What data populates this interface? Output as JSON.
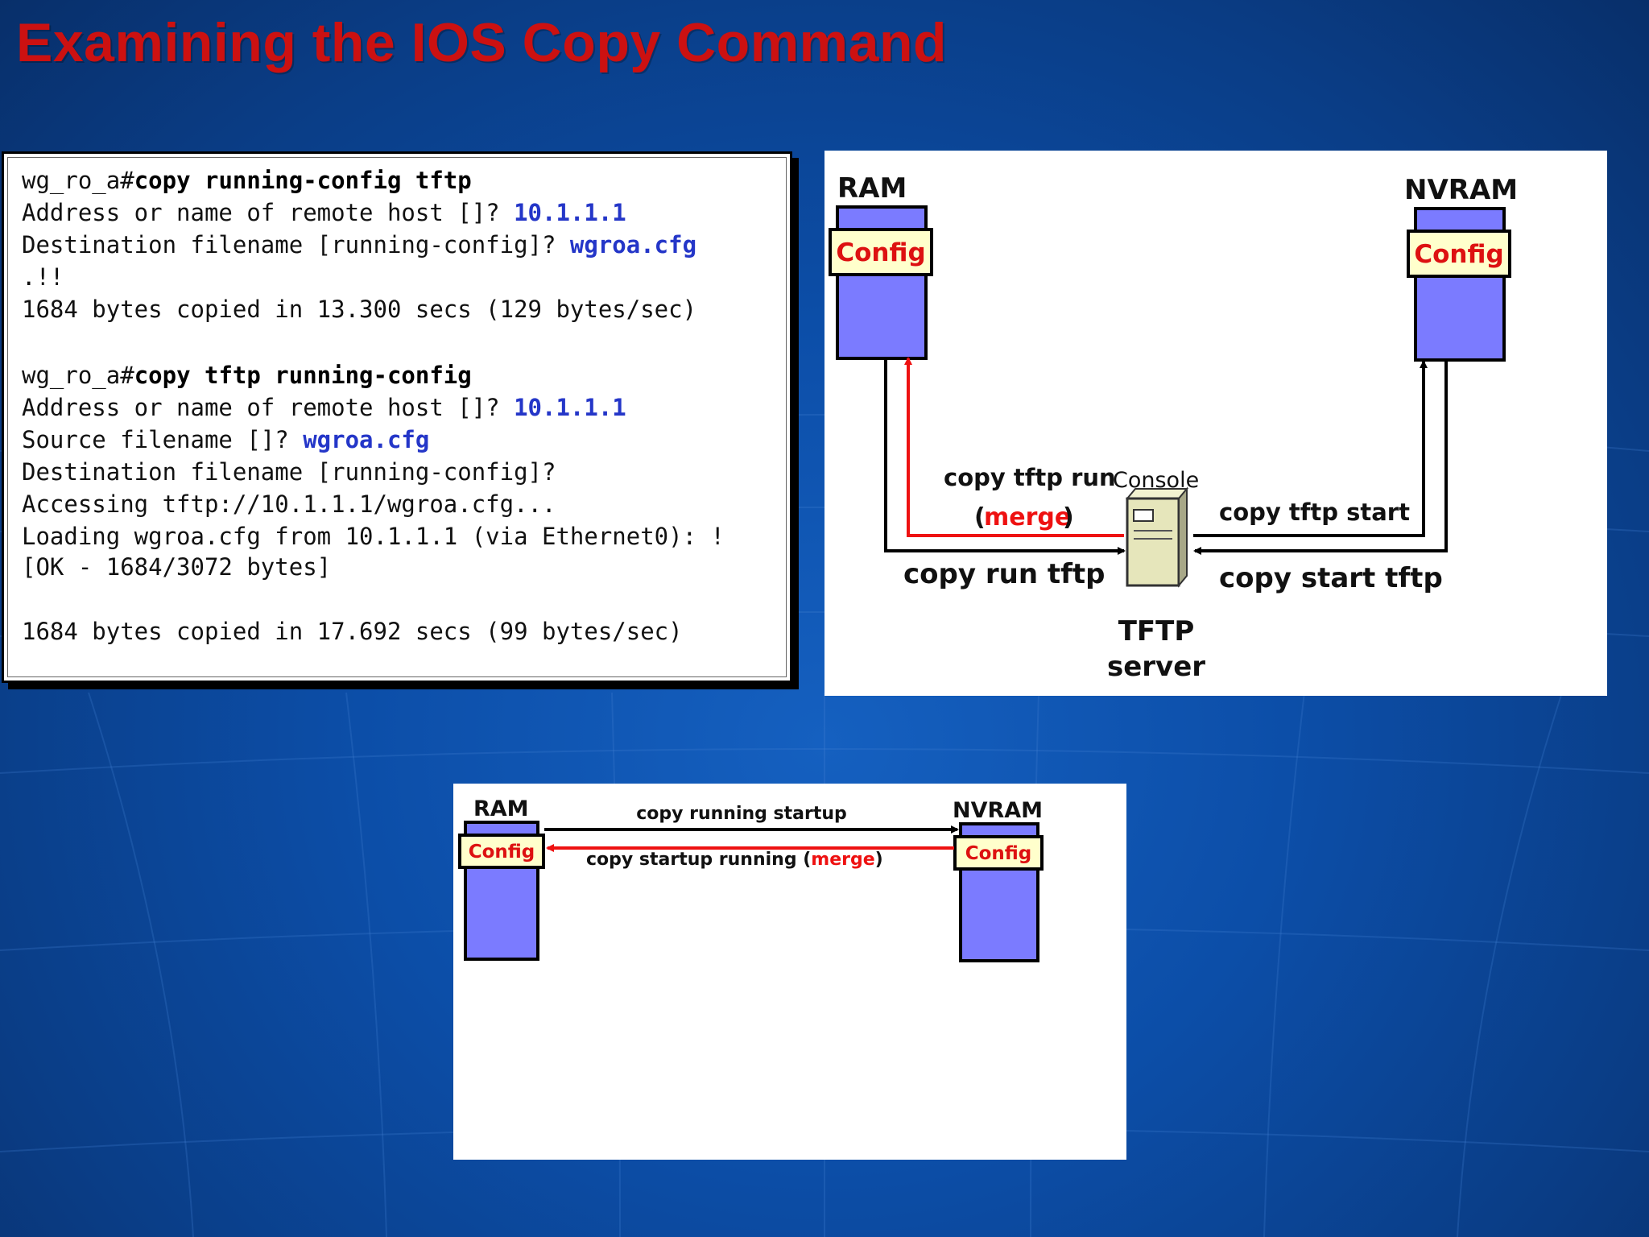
{
  "slide": {
    "title": "Examining the IOS Copy Command"
  },
  "terminal": {
    "lines": [
      {
        "pre": "wg_ro_a#",
        "cmd": "copy running-config tftp",
        "text": "",
        "value": ""
      },
      {
        "pre": "",
        "cmd": "",
        "text": "Address or name of remote host []? ",
        "value": "10.1.1.1"
      },
      {
        "pre": "",
        "cmd": "",
        "text": "Destination filename [running-config]? ",
        "value": "wgroa.cfg"
      },
      {
        "pre": "",
        "cmd": "",
        "text": ".!!",
        "value": ""
      },
      {
        "pre": "",
        "cmd": "",
        "text": "1684 bytes copied in 13.300 secs (129 bytes/sec)",
        "value": ""
      },
      {
        "pre": "wg_ro_a#",
        "cmd": "copy tftp running-config",
        "text": "",
        "value": ""
      },
      {
        "pre": "",
        "cmd": "",
        "text": "Address or name of remote host []? ",
        "value": "10.1.1.1"
      },
      {
        "pre": "",
        "cmd": "",
        "text": "Source filename []? ",
        "value": "wgroa.cfg"
      },
      {
        "pre": "",
        "cmd": "",
        "text": "Destination filename [running-config]?",
        "value": ""
      },
      {
        "pre": "",
        "cmd": "",
        "text": "Accessing tftp://10.1.1.1/wgroa.cfg...",
        "value": ""
      },
      {
        "pre": "",
        "cmd": "",
        "text": "Loading wgroa.cfg from 10.1.1.1 (via Ethernet0): !",
        "value": ""
      },
      {
        "pre": "",
        "cmd": "",
        "text": "[OK - 1684/3072 bytes]",
        "value": ""
      },
      {
        "pre": "",
        "cmd": "",
        "text": "1684 bytes copied in 17.692 secs (99 bytes/sec)",
        "value": ""
      }
    ]
  },
  "tftp_diagram": {
    "ram_label": "RAM",
    "nvram_label": "NVRAM",
    "config_label": "Config",
    "copy_tftp_run": "copy tftp run",
    "merge_open": "(",
    "merge_word": "merge",
    "merge_close": ")",
    "console_label": "Console",
    "copy_run_tftp": "copy run tftp",
    "copy_tftp_start": "copy tftp start",
    "copy_start_tftp": "copy start tftp",
    "server_label_1": "TFTP",
    "server_label_2": "server"
  },
  "memory_diagram": {
    "ram_label": "RAM",
    "nvram_label": "NVRAM",
    "config_label": "Config",
    "copy_running_startup": "copy running startup",
    "copy_startup_running": "copy startup running (",
    "merge_word": "merge",
    "merge_close": ")"
  },
  "colors": {
    "title": "#cc1111",
    "memory_chip": "#7b7bff",
    "config_label_bg": "#ffffcc",
    "config_label_text": "#dd1111",
    "merge_arrow": "#ee1111",
    "command_value": "#2436c8"
  }
}
